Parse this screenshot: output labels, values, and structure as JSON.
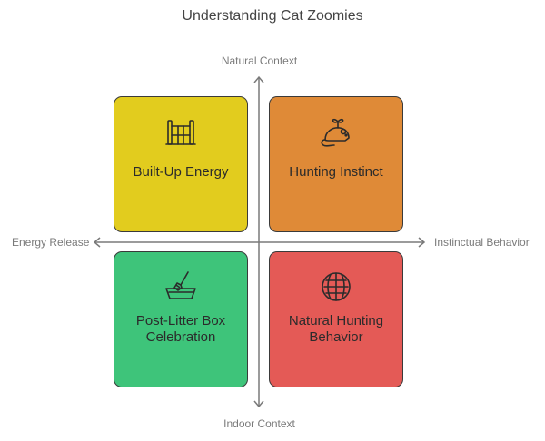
{
  "title": "Understanding Cat Zoomies",
  "axes": {
    "top": "Natural Context",
    "bottom": "Indoor Context",
    "left": "Energy Release",
    "right": "Instinctual Behavior"
  },
  "quadrants": {
    "top_left": {
      "label": "Built-Up Energy",
      "icon": "playground-icon",
      "color": "#e2cc1e"
    },
    "top_right": {
      "label": "Hunting Instinct",
      "icon": "mouse-toy-icon",
      "color": "#df8a37"
    },
    "bottom_left": {
      "label": "Post-Litter Box Celebration",
      "icon": "litter-box-icon",
      "color": "#3ec47a"
    },
    "bottom_right": {
      "label": "Natural Hunting Behavior",
      "icon": "yarn-ball-icon",
      "color": "#e45a56"
    }
  },
  "colors": {
    "axis": "#7a7a7a",
    "border": "#3a3a3a"
  }
}
